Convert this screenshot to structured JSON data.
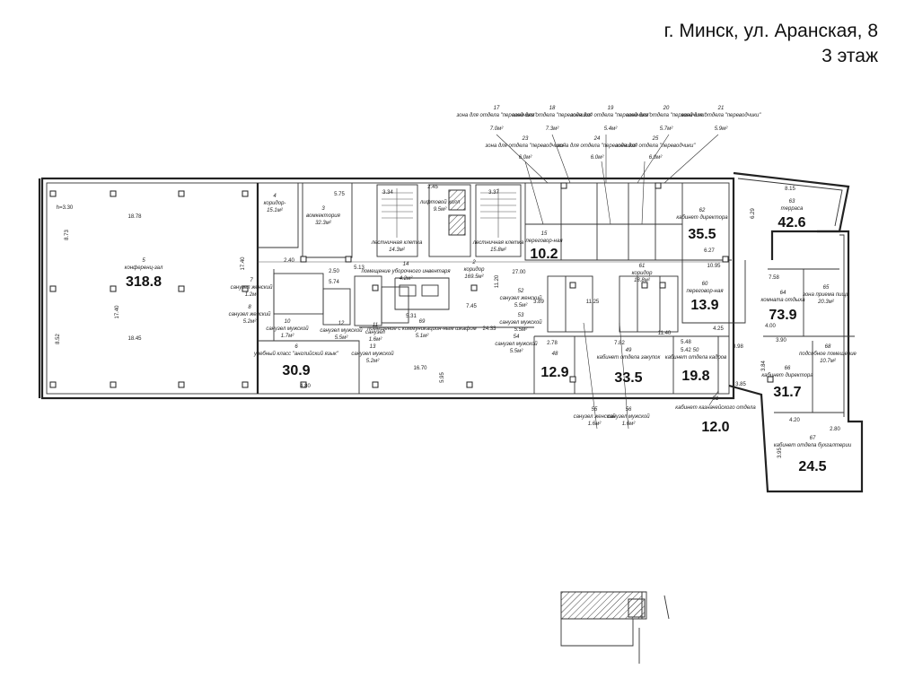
{
  "header": {
    "address": "г. Минск, ул. Аранская, 8",
    "floor": "3 этаж"
  },
  "rooms": {
    "r5": {
      "num": "5",
      "name": "конференц-зал",
      "area": "318.8"
    },
    "r3": {
      "num": "3",
      "name": "вомкектория",
      "area": "32.3м²"
    },
    "r4": {
      "num": "4",
      "name": "коридор-",
      "area": "15.1м²"
    },
    "r2": {
      "num": "2",
      "name": "коридор",
      "area": "169.5м²"
    },
    "r15": {
      "num": "15",
      "name": "переговор-ная",
      "area": "10.2"
    },
    "r62": {
      "num": "62",
      "name": "кабинет директора",
      "area": "35.5"
    },
    "r63": {
      "num": "63",
      "name": "терраса",
      "area": "42.6"
    },
    "r60": {
      "num": "60",
      "name": "переговор-ная",
      "area": "13.9"
    },
    "r64": {
      "num": "64",
      "name": "комната отдыха",
      "area": "73.9"
    },
    "r65": {
      "num": "65",
      "name": "зона приема пищи",
      "area": "20.3м²"
    },
    "r6": {
      "num": "6",
      "name": "учебный класс \"английский язык\"",
      "area": "30.9"
    },
    "r48": {
      "num": "48",
      "name": "",
      "area": "12.9"
    },
    "r49": {
      "num": "49",
      "name": "кабинет отдела закупок",
      "area": "33.5"
    },
    "r50": {
      "num": "50",
      "name": "кабинет отдела кадров",
      "area": "19.8"
    },
    "r51": {
      "num": "51",
      "name": "кабинет казначейского отдела",
      "area": "12.0"
    },
    "r66": {
      "num": "66",
      "name": "кабинет директора",
      "area": "31.7"
    },
    "r67": {
      "num": "67",
      "name": "кабинет отдела бухгалтерии",
      "area": "24.5"
    },
    "r68": {
      "num": "68",
      "name": "подсобное помещение",
      "area": "10.7м²"
    },
    "r69": {
      "num": "69",
      "name": "помещение с коммуникацион-ным шкафом",
      "area": "5.1м²"
    },
    "r14": {
      "num": "14",
      "name": "помещение уборочного инвентаря",
      "area": "4.2м²"
    },
    "r52": {
      "num": "52",
      "name": "санузел женский",
      "area": "5.5м²"
    },
    "r53": {
      "num": "53",
      "name": "санузел мужской",
      "area": "5.5м²"
    },
    "r54": {
      "num": "54",
      "name": "санузел мужской",
      "area": "5.5м²"
    },
    "r61": {
      "num": "61",
      "name": "коридор",
      "area": "18.8м²"
    },
    "r7": {
      "num": "7",
      "name": "санузел женский",
      "area": "1.2м²"
    },
    "r8": {
      "num": "8",
      "name": "санузел женский",
      "area": "5.2м²"
    },
    "r10": {
      "num": "10",
      "name": "санузел мужской",
      "area": "1.7м²"
    },
    "r12": {
      "num": "12",
      "name": "санузел мужской",
      "area": "5.5м²"
    },
    "r11": {
      "num": "11",
      "name": "санузел",
      "area": "1.6м²"
    },
    "r13": {
      "num": "13",
      "name": "санузел мужской",
      "area": "5.2м²"
    },
    "stairL": {
      "num": "",
      "name": "лестничная клетка",
      "area": "14.3м²"
    },
    "stairR": {
      "num": "",
      "name": "лестничная клетка",
      "area": "15.8м²"
    },
    "lift": {
      "num": "",
      "name": "лифтовой холл",
      "area": "9.5м²"
    },
    "r55": {
      "num": "55",
      "name": "санузел женский",
      "area": "1.6м²"
    },
    "r56": {
      "num": "56",
      "name": "санузел мужской",
      "area": "1.6м²"
    }
  },
  "zones_top": [
    {
      "num": "17",
      "name": "зона для отдела \"переводчики\"",
      "area": "7.0м²"
    },
    {
      "num": "18",
      "name": "зона для отдела \"переводчики\"",
      "area": "7.3м²"
    },
    {
      "num": "19",
      "name": "зона для отдела \"переводчики\"",
      "area": "5.4м²"
    },
    {
      "num": "20",
      "name": "зона для отдела \"переводчики\"",
      "area": "5.7м²"
    },
    {
      "num": "21",
      "name": "зона для отдела \"переводчики\"",
      "area": "5.9м²"
    }
  ],
  "zones_mid": [
    {
      "num": "23",
      "name": "зона для отдела \"переводчики\"",
      "area": "6.0м²"
    },
    {
      "num": "24",
      "name": "зона для отдела \"переводчики\"",
      "area": "6.0м²"
    },
    {
      "num": "25",
      "name": "зона для отдела \"переводчики\"",
      "area": "6.0м²"
    }
  ],
  "dims": {
    "d1878": "18.78",
    "d1845": "18.45",
    "d1740a": "17.40",
    "d1740b": "17.40",
    "d873": "8.73",
    "d852": "8.52",
    "d575": "5.75",
    "d334": "3.34",
    "d337": "3.37",
    "d245": "2.45",
    "d240": "2.40",
    "d250": "2.50",
    "d2700": "27.00",
    "d745": "7.45",
    "d2433": "24.33",
    "d1670": "16.70",
    "d480": "4.80",
    "d595": "5.95",
    "d1140": "11.40",
    "d815": "8.15",
    "d1095": "10.95",
    "d627": "6.27",
    "d758": "7.58",
    "d400": "4.00",
    "d390": "3.90",
    "d420": "4.20",
    "d395": "3.95",
    "d280": "2.80",
    "d1120": "11.20",
    "d1125": "11.25",
    "d574": "5.74",
    "d531": "5.31",
    "d513": "5.13",
    "d389": "3.89",
    "d278": "2.78",
    "d782": "7.82",
    "d548": "5.48",
    "d542": "5.42",
    "d629": "6.29",
    "d425": "4.25",
    "d398": "3.98",
    "d385": "3.85",
    "d384": "3.84",
    "d130": "h=3.30"
  }
}
